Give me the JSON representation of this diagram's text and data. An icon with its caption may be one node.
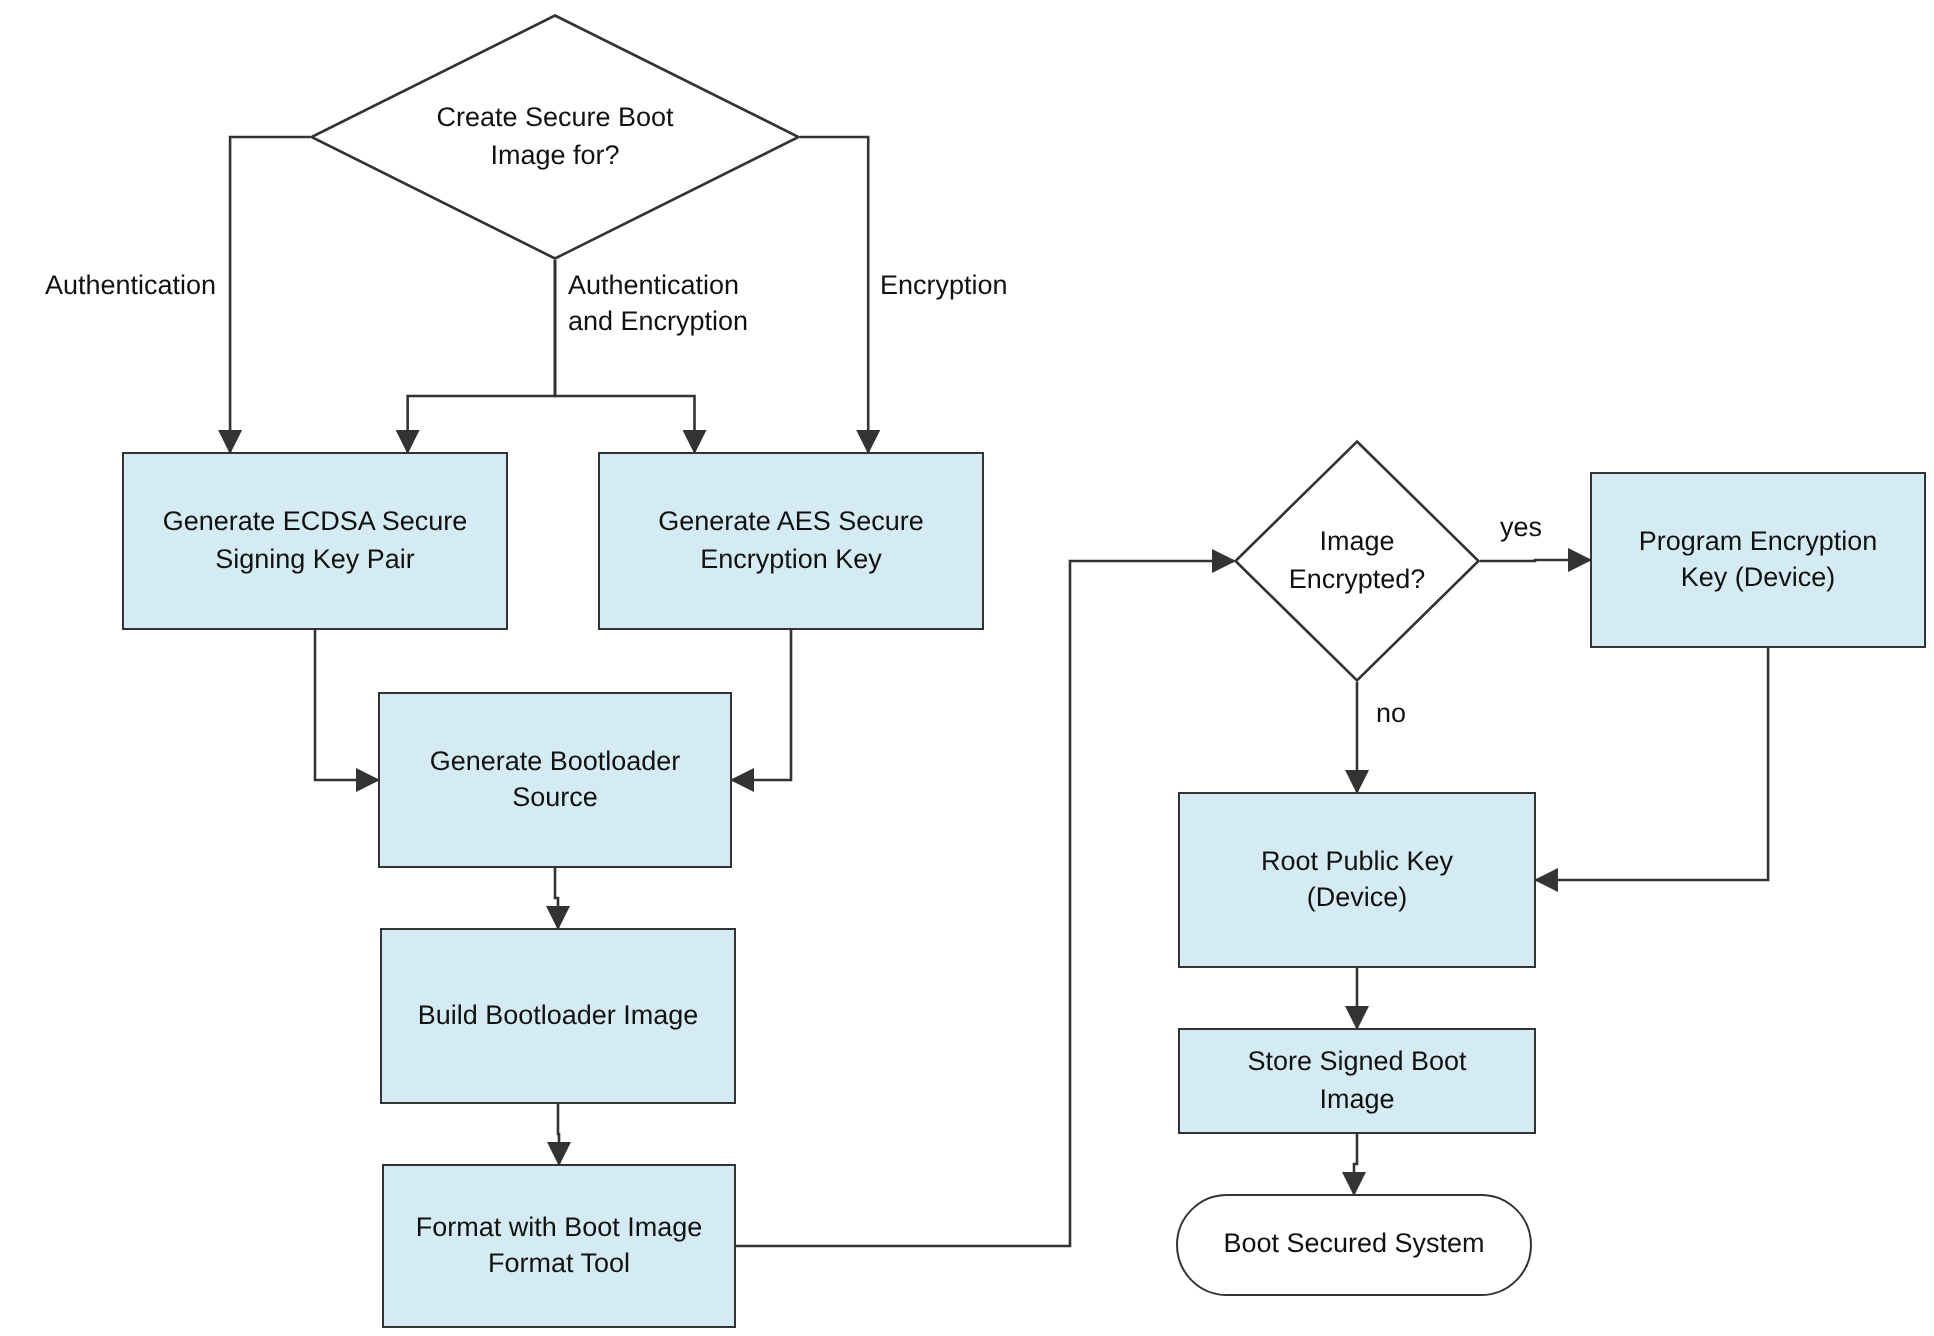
{
  "diagram": {
    "nodes": [
      {
        "text": [
          "Create Secure Boot Image for?"
        ]
      },
      {
        "text": [
          "Generate ECDSA Secure Signing Key Pair"
        ]
      },
      {
        "text": [
          "Generate AES Secure Encryption Key"
        ]
      },
      {
        "text": [
          "Generate Bootloader Source"
        ]
      },
      {
        "text": [
          "Build Bootloader Image"
        ]
      },
      {
        "text": [
          "Format with Boot Image Format Tool"
        ]
      },
      {
        "text": [
          "Image Encrypted?"
        ]
      },
      {
        "text": [
          "Program Encryption Key (Device)"
        ]
      },
      {
        "text": [
          "Root Public Key (Device)"
        ]
      },
      {
        "text": [
          "Store Signed Boot Image"
        ]
      },
      {
        "text": [
          "Boot Secured System"
        ]
      }
    ],
    "edges": [
      {
        "from": 0,
        "to": 1,
        "arrow": "to",
        "label": "Authentication"
      },
      {
        "from": 0,
        "to": 1,
        "arrow": "to",
        "label": "Authentication and Encryption"
      },
      {
        "from": 0,
        "to": 2,
        "arrow": "to"
      },
      {
        "from": 0,
        "to": 2,
        "arrow": "to",
        "label": "Encryption"
      },
      {
        "from": 1,
        "to": 3,
        "arrow": "to"
      },
      {
        "from": 2,
        "to": 3,
        "arrow": "to"
      },
      {
        "from": 3,
        "to": 4,
        "arrow": "to"
      },
      {
        "from": 4,
        "to": 5,
        "arrow": "to"
      },
      {
        "from": 5,
        "to": 6,
        "arrow": "to"
      },
      {
        "from": 6,
        "to": 7,
        "arrow": "to",
        "label": "yes"
      },
      {
        "from": 6,
        "to": 8,
        "arrow": "to",
        "label": "no"
      },
      {
        "from": 7,
        "to": 8,
        "arrow": "to"
      },
      {
        "from": 8,
        "to": 9,
        "arrow": "to"
      },
      {
        "from": 9,
        "to": 10,
        "arrow": "to"
      }
    ]
  }
}
